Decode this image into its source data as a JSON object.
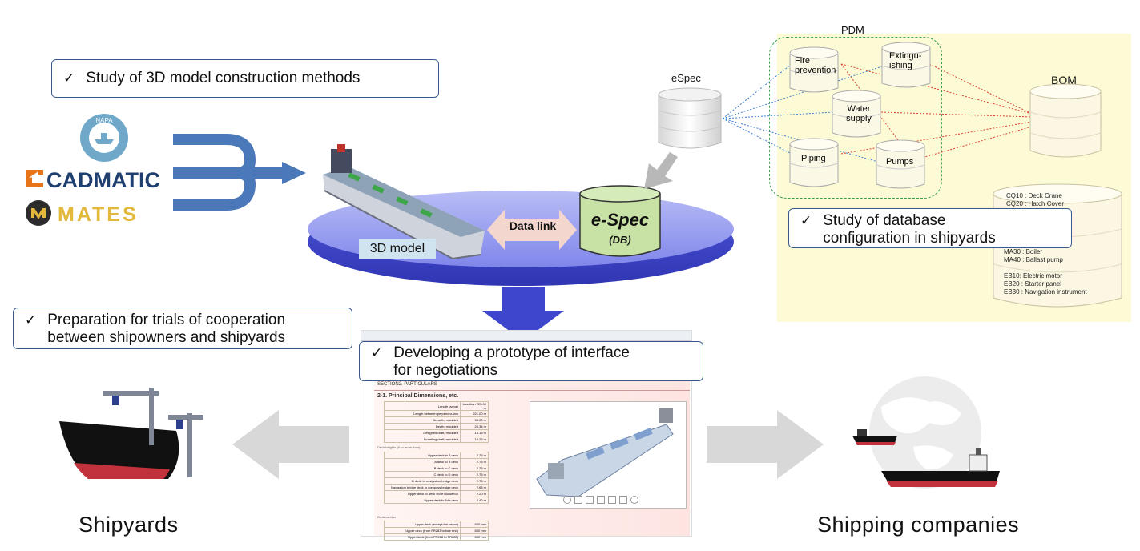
{
  "callouts": {
    "model_methods": "Study of 3D model construction methods",
    "database_config_line1": "Study of database",
    "database_config_line2": "configuration in shipyards",
    "trials_line1": "Preparation for trials of cooperation",
    "trials_line2": "between shipowners and shipyards",
    "prototype_line1": "Developing a prototype of interface",
    "prototype_line2": "for negotiations",
    "check_mark": "✓"
  },
  "logos": {
    "napa": "NAPA",
    "cadmatic": "CADMATIC",
    "mates": "MATES"
  },
  "center": {
    "model_label": "3D model",
    "data_link": "Data link",
    "espec_db_title": "e-Spec",
    "espec_db_sub": "(DB)",
    "espec_cylinder_label": "eSpec"
  },
  "pdm": {
    "title": "PDM",
    "nodes": {
      "fire_prevention": "Fire prevention",
      "extinguishing": "Extingu-ishing",
      "water_supply": "Water supply",
      "piping": "Piping",
      "pumps": "Pumps"
    }
  },
  "bom": {
    "title": "BOM",
    "lines": [
      "CQ10 : Deck Crane",
      "CQ20 : Hatch Cover",
      "MA30 : Boiler",
      "MA40 : Ballast pump",
      "EB10: Electric motor",
      "EB20 : Starter panel",
      "EB30 : Navigation instrument"
    ]
  },
  "prototype": {
    "section_header": "SECTION2. PARTICULARS",
    "subsection": "2-1. Principal Dimensions, etc.",
    "section_label_deck": "Deck heights (if so more than)",
    "section_label_camber": "Deck camber",
    "rows_main": [
      [
        "Length overall",
        "less than 225.00 m"
      ],
      [
        "Length between perpendiculars",
        "221.00 m"
      ],
      [
        "Breadth, moulded",
        "38.00 m"
      ],
      [
        "Depth, moulded",
        "20.34 m"
      ],
      [
        "Designed draft, moulded",
        "13.15 m"
      ],
      [
        "Scantling draft, moulded",
        "14.25 m"
      ]
    ],
    "rows_deck": [
      [
        "Upper deck to A deck",
        "2.75 m"
      ],
      [
        "A deck to B deck",
        "2.75 m"
      ],
      [
        "B deck to C deck",
        "2.75 m"
      ],
      [
        "C deck to D deck",
        "2.75 m"
      ],
      [
        "D deck to navigation bridge deck",
        "2.75 m"
      ],
      [
        "Navigation bridge deck to compass bridge deck",
        "2.65 m"
      ],
      [
        "Upper deck to deck store house top",
        "2.20 m"
      ],
      [
        "Upper deck to f'cle deck",
        "2.40 m"
      ]
    ],
    "rows_camber": [
      [
        "Upper deck (except the below)",
        "600 mm"
      ],
      [
        "Upper deck (from FR283 to fore end)",
        "600 mm"
      ],
      [
        "Upper deck (from FR288 to FR283)",
        "600 mm"
      ]
    ]
  },
  "captions": {
    "shipyards": "Shipyards",
    "shipping": "Shipping companies"
  }
}
